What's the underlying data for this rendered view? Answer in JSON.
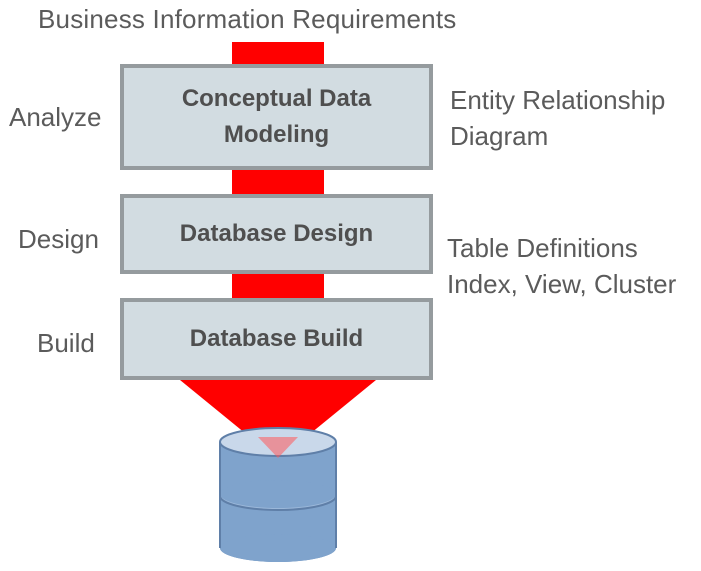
{
  "header": {
    "title": "Business Information Requirements"
  },
  "stages": [
    {
      "phase": "Analyze",
      "box_label": "Conceptual Data\nModeling",
      "output": "Entity Relationship\nDiagram"
    },
    {
      "phase": "Design",
      "box_label": "Database Design",
      "output": "Table Definitions\nIndex, View, Cluster"
    },
    {
      "phase": "Build",
      "box_label": "Database Build",
      "output": ""
    }
  ],
  "colors": {
    "flow_red": "#ff0000",
    "box_fill": "#d2dce1",
    "box_border": "#959b9e",
    "database_fill": "#7fa3cc",
    "database_top": "#c9d8ea",
    "text": "#5b5b5b"
  },
  "icons": {
    "database": "database-cylinder-icon",
    "flow": "red-flow-arrow"
  }
}
